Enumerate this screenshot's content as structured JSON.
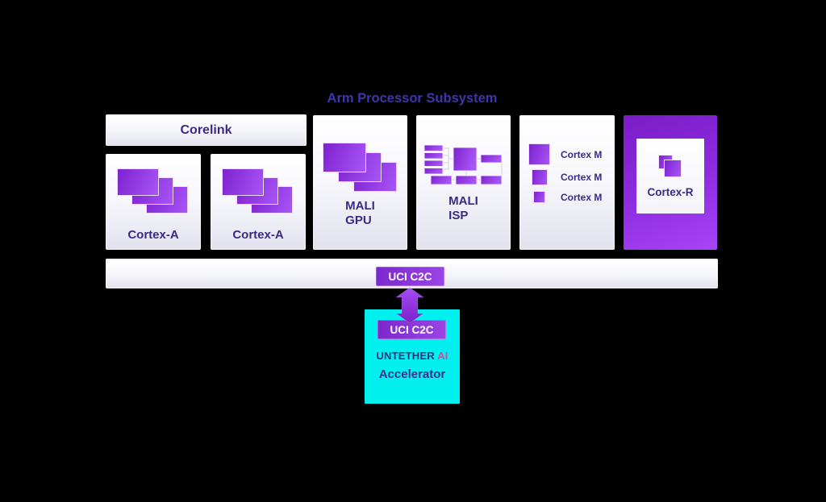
{
  "title": "Arm Processor Subsystem",
  "blocks": {
    "corelink": {
      "label": "Corelink"
    },
    "cortex_a1": {
      "label": "Cortex-A"
    },
    "cortex_a2": {
      "label": "Cortex-A"
    },
    "mali_gpu": {
      "label_line1": "MALI",
      "label_line2": "GPU"
    },
    "mali_isp": {
      "label_line1": "MALI",
      "label_line2": "ISP"
    },
    "cortex_m": {
      "items": [
        "Cortex M",
        "Cortex M",
        "Cortex M"
      ]
    },
    "cortex_r": {
      "label": "Cortex-R"
    }
  },
  "interconnect": {
    "badge": "UCI C2C"
  },
  "accelerator": {
    "badge": "UCI C2C",
    "brand": "UNTETHER",
    "brand_accent": "AI",
    "label": "Accelerator"
  },
  "icons": {
    "cpu-cluster-stack-icon": "three offset purple rectangles",
    "isp-pipeline-icon": "block diagram of connected purple rectangles",
    "core-square-icon": "purple square",
    "overlapping-squares-icon": "two offset purple squares",
    "bidirectional-arrow-icon": "vertical double-headed arrow"
  },
  "colors": {
    "background": "#000000",
    "accent_purple_start": "#7e22ce",
    "accent_purple_end": "#a855f7",
    "deep_purple_text": "#3b2a85",
    "title_purple": "#4136a8",
    "badge_purple": "#8a33d9",
    "cortex_r_panel": "#8e2de2",
    "panel_light": "#ededf5",
    "cyan": "#00efef",
    "pink_accent": "#f23f9f",
    "navy_text": "#2d2f80"
  }
}
